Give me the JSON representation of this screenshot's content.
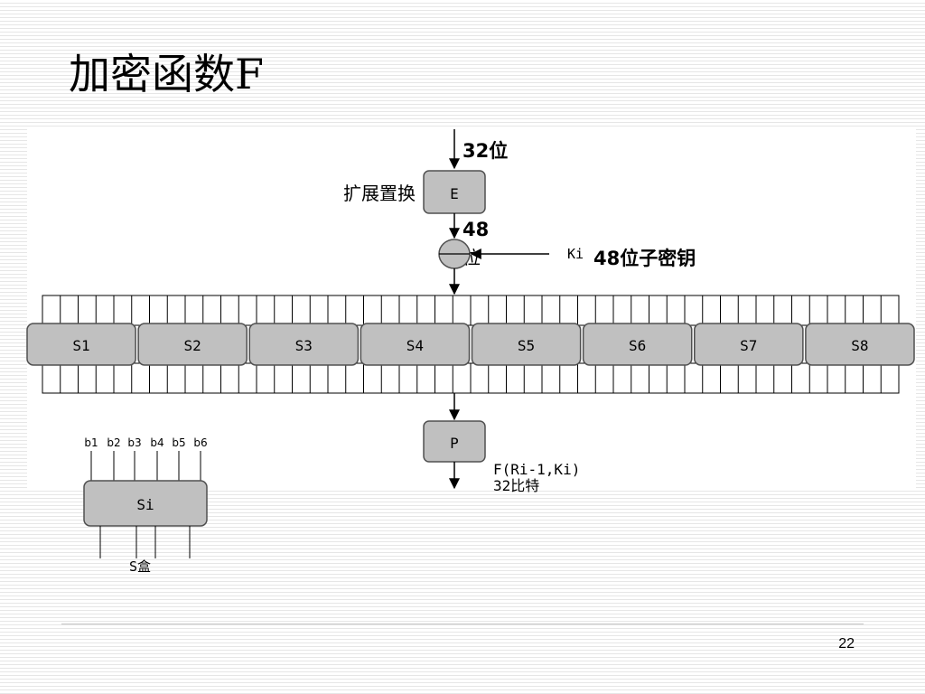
{
  "slide": {
    "title": "加密函数F",
    "page_number": "22"
  },
  "diagram": {
    "input_label": "32位",
    "expansion_label": "扩展置换",
    "e_box": "E",
    "after_e_label": "48",
    "after_e_label_2": "位",
    "key_label": "Ki",
    "key_desc": "48位子密钥",
    "sboxes": [
      "S1",
      "S2",
      "S3",
      "S4",
      "S5",
      "S6",
      "S7",
      "S8"
    ],
    "p_box": "P",
    "output_label_1": "F(Ri-1,Ki)",
    "output_label_2": "32比特",
    "si_inputs": [
      "b1",
      "b2",
      "b3",
      "b4",
      "b5",
      "b6"
    ],
    "si_box": "Si",
    "si_caption": "S盒"
  },
  "colors": {
    "box_fill": "#c0c0c0",
    "box_stroke": "#505050",
    "line": "#000000"
  }
}
